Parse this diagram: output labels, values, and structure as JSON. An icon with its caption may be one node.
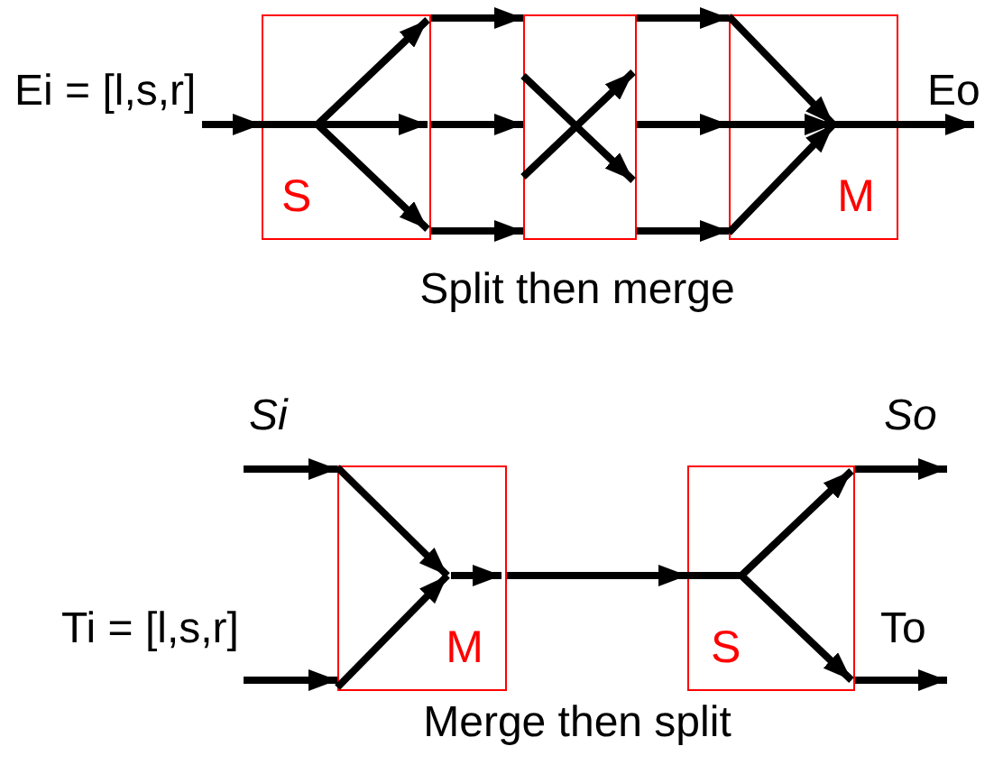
{
  "diagram": {
    "nodes": [
      {
        "text": [
          "Ei = [l,s,r]"
        ]
      },
      {
        "text": [
          "S"
        ]
      },
      {
        "text": [],
        "shape": "box"
      },
      {
        "text": [
          "M"
        ]
      },
      {
        "text": [
          "Eo"
        ]
      },
      {
        "text": [
          "Si"
        ]
      },
      {
        "text": [
          "M"
        ]
      },
      {
        "text": [
          "S"
        ]
      },
      {
        "text": [
          "So"
        ]
      },
      {
        "text": [
          "Ti = [l,s,r]"
        ]
      },
      {
        "text": [
          "To"
        ]
      }
    ],
    "edges": [
      {
        "from": 0,
        "to": 1,
        "arrow": "to"
      },
      {
        "from": 1,
        "to": 2,
        "arrow": "to"
      },
      {
        "from": 1,
        "to": 2,
        "arrow": "to"
      },
      {
        "from": 1,
        "to": 2,
        "arrow": "to"
      },
      {
        "from": 2,
        "to": 3,
        "arrow": "to"
      },
      {
        "from": 2,
        "to": 3,
        "arrow": "to"
      },
      {
        "from": 2,
        "to": 3,
        "arrow": "to"
      },
      {
        "from": 3,
        "to": 4,
        "arrow": "to"
      },
      {
        "from": 5,
        "to": 6,
        "arrow": "to"
      },
      {
        "from": 9,
        "to": 6,
        "arrow": "to"
      },
      {
        "from": 6,
        "to": 7,
        "arrow": "to"
      },
      {
        "from": 7,
        "to": 8,
        "arrow": "to"
      },
      {
        "from": 7,
        "to": 10,
        "arrow": "to"
      }
    ],
    "labels": [
      "Split then merge",
      "Merge then split"
    ]
  }
}
